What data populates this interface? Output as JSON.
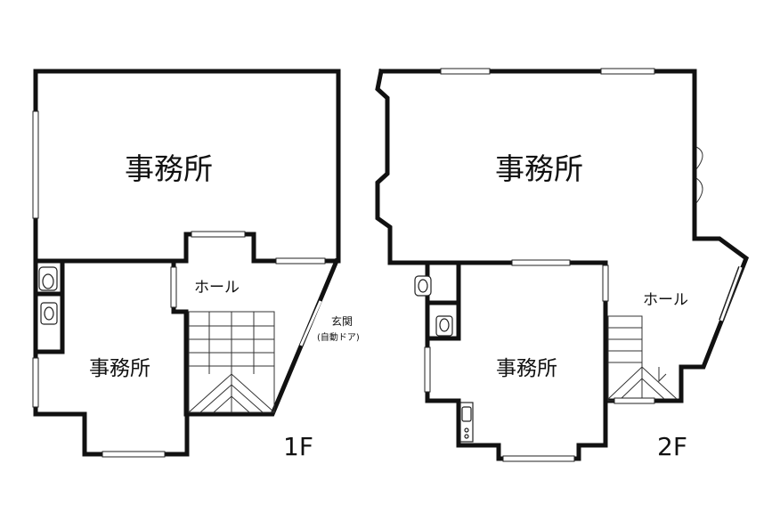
{
  "floor1": {
    "floor_label": "1F",
    "office_upper": "事務所",
    "office_lower": "事務所",
    "hall": "ホール",
    "entrance": "玄関",
    "entrance_note": "(自動ドア)"
  },
  "floor2": {
    "floor_label": "2F",
    "office_upper": "事務所",
    "office_lower": "事務所",
    "hall": "ホール"
  },
  "colors": {
    "wall": "#111111",
    "background": "#ffffff"
  }
}
